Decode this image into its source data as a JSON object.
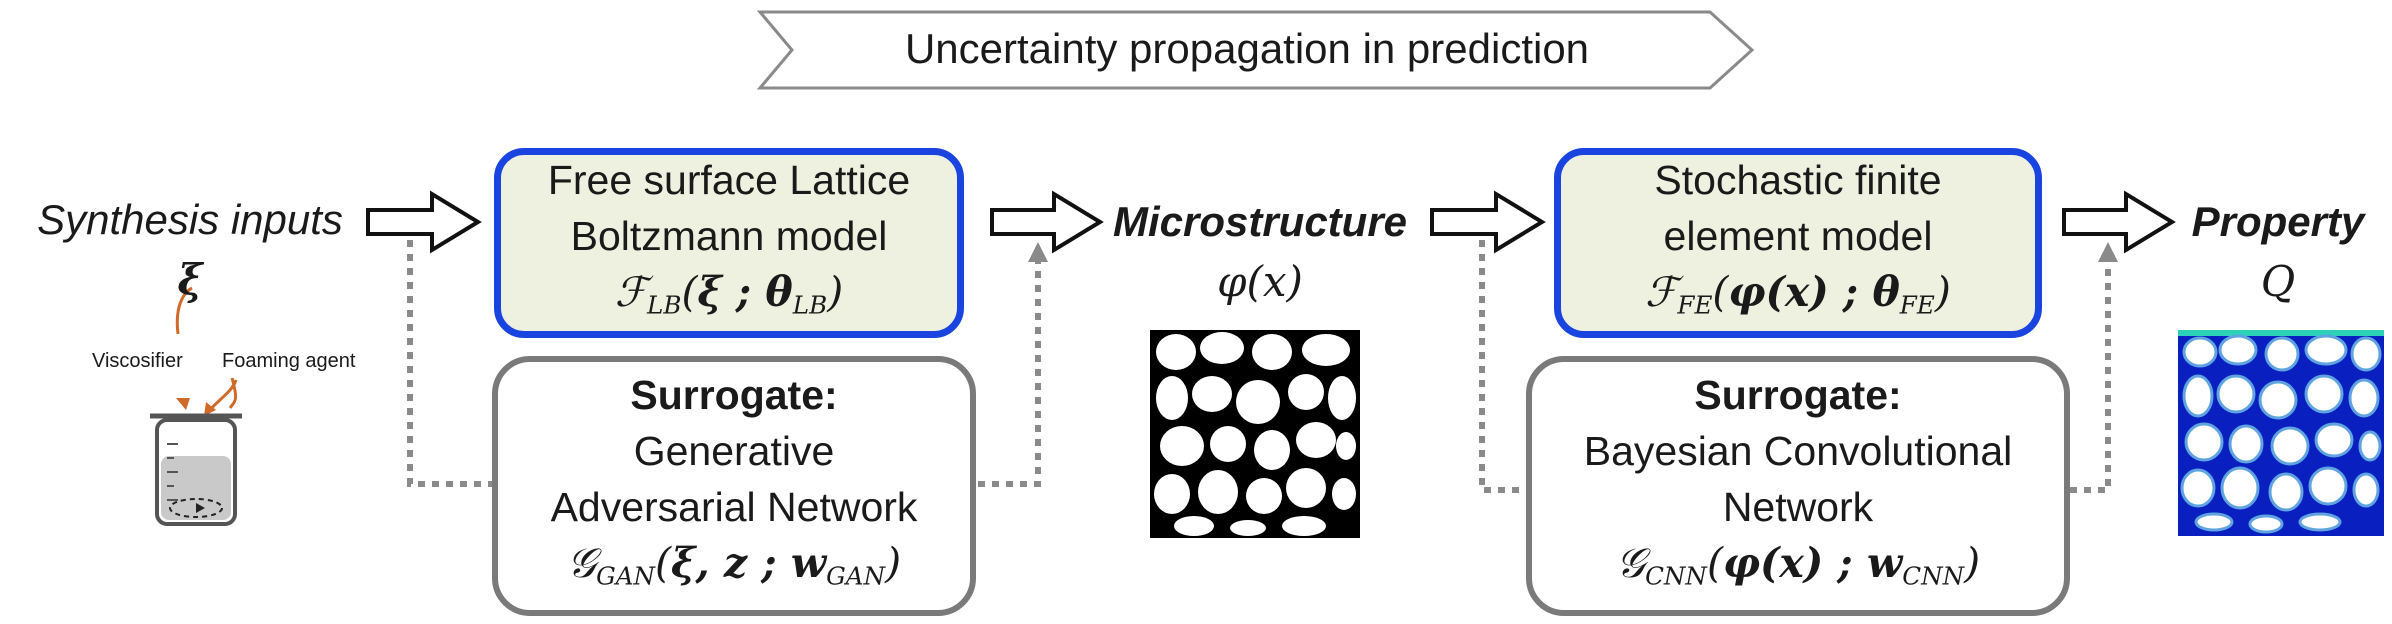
{
  "banner": {
    "title": "Uncertainty propagation in prediction"
  },
  "inputs": {
    "label": "Synthesis inputs",
    "symbol": "ξ",
    "viscosifier": "Viscosifier",
    "foaming": "Foaming agent"
  },
  "lbm": {
    "line1": "Free surface Lattice",
    "line2": "Boltzmann model",
    "fn": "ℱ",
    "sub1": "LB",
    "args": "ξ ; θ",
    "sub2": "LB"
  },
  "gan": {
    "heading": "Surrogate:",
    "line1": "Generative",
    "line2": "Adversarial Network",
    "fn": "𝒢",
    "sub1": "GAN",
    "args_a": "ξ",
    "args_b": ", z ; w",
    "sub2": "GAN"
  },
  "micro": {
    "label": "Microstructure",
    "symbol": "φ(x)"
  },
  "sfe": {
    "line1": "Stochastic finite",
    "line2": "element model",
    "fn": "ℱ",
    "sub1": "FE",
    "args": "φ(x) ; θ",
    "sub2": "FE"
  },
  "cnn": {
    "heading": "Surrogate:",
    "line1": "Bayesian Convolutional",
    "line2": "Network",
    "fn": "𝒢",
    "sub1": "CNN",
    "args": "φ(x) ; w",
    "sub2": "CNN"
  },
  "property": {
    "label": "Property",
    "symbol": "Q"
  },
  "colors": {
    "blue_border": "#1a44e0",
    "box_fill": "#eef1df",
    "gray_border": "#7a7a7a",
    "property_blue": "#0a1fbf"
  }
}
